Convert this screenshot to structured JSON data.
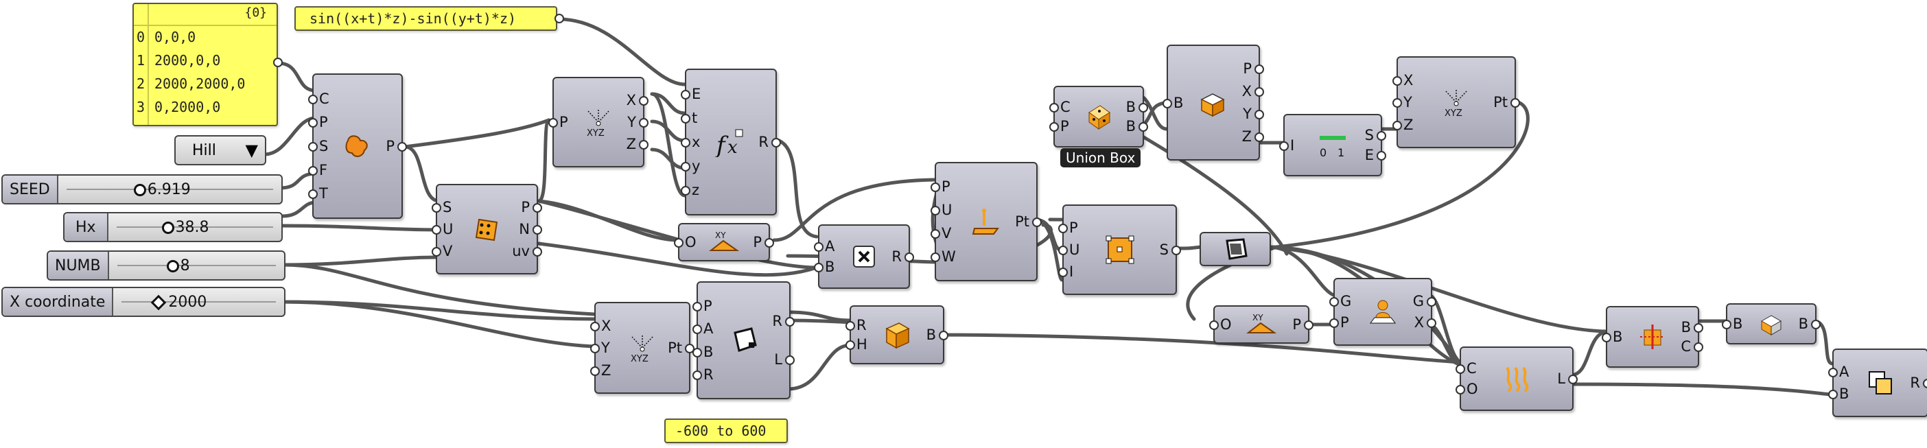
{
  "points_panel": {
    "header": "{0}",
    "rows": [
      {
        "index": "0",
        "value": "0,0,0"
      },
      {
        "index": "1",
        "value": "2000,0,0"
      },
      {
        "index": "2",
        "value": "2000,2000,0"
      },
      {
        "index": "3",
        "value": "0,2000,0"
      }
    ]
  },
  "expression_panel": "sin((x+t)*z)-sin((y+t)*z)",
  "domain_panel": "-600 to 600",
  "hill_selector": "Hill",
  "sliders": {
    "seed": {
      "label": "SEED",
      "value": "6.919"
    },
    "hx": {
      "label": "Hx",
      "value": "38.8"
    },
    "numb": {
      "label": "NUMB",
      "value": "8"
    },
    "xcoord": {
      "label": "X coordinate",
      "value": "2000"
    }
  },
  "tooltip_union_box": "Union Box",
  "nodes": {
    "surface": {
      "in": [
        "C",
        "P",
        "S",
        "F",
        "T"
      ],
      "out": [
        "P"
      ]
    },
    "divide": {
      "in": [
        "S",
        "U",
        "V"
      ],
      "out": [
        "P",
        "N",
        "uv"
      ]
    },
    "deconstruct": {
      "in": [
        "P"
      ],
      "out": [
        "X",
        "Y",
        "Z"
      ]
    },
    "expression": {
      "in": [
        "E",
        "t",
        "x",
        "y",
        "z"
      ],
      "out": [
        "R"
      ]
    },
    "xy_plane_1": {
      "in": [
        "O"
      ],
      "out": [
        "P"
      ]
    },
    "multiply": {
      "in": [
        "A",
        "B"
      ],
      "out": [
        "R"
      ]
    },
    "move": {
      "in": [
        "P",
        "U",
        "V",
        "W"
      ],
      "out": [
        "Pt"
      ]
    },
    "construct_1": {
      "in": [
        "X",
        "Y",
        "Z"
      ],
      "out": [
        "Pt"
      ]
    },
    "rectangle": {
      "in": [
        "P",
        "A",
        "B",
        "R"
      ],
      "out": [
        "R",
        "L"
      ]
    },
    "box": {
      "in": [
        "R",
        "H"
      ],
      "out": [
        "B"
      ]
    },
    "random_box": {
      "in": [
        "C",
        "P"
      ],
      "out": [
        "B",
        "B"
      ]
    },
    "box_props": {
      "in": [
        "B"
      ],
      "out": [
        "P",
        "X",
        "Y",
        "Z"
      ]
    },
    "split": {
      "in": [
        "I"
      ],
      "out": [
        "S",
        "E"
      ]
    },
    "construct_2": {
      "in": [
        "X",
        "Y",
        "Z"
      ],
      "out": [
        "Pt"
      ]
    },
    "surface_pts": {
      "in": [
        "P",
        "U",
        "I"
      ],
      "out": [
        "S"
      ]
    },
    "mesh_join": {
      "in": [],
      "out": []
    },
    "xy_plane_2": {
      "in": [
        "O"
      ],
      "out": [
        "P"
      ]
    },
    "orient": {
      "in": [
        "G",
        "P"
      ],
      "out": [
        "G",
        "X"
      ]
    },
    "contour": {
      "in": [
        "C",
        "O"
      ],
      "out": [
        "L"
      ]
    },
    "boolean_split": {
      "in": [
        "B"
      ],
      "out": [
        "B",
        "C"
      ]
    },
    "brep_join": {
      "in": [
        "B"
      ],
      "out": [
        "B"
      ]
    },
    "union": {
      "in": [
        "A",
        "B"
      ],
      "out": [
        "R"
      ]
    }
  }
}
